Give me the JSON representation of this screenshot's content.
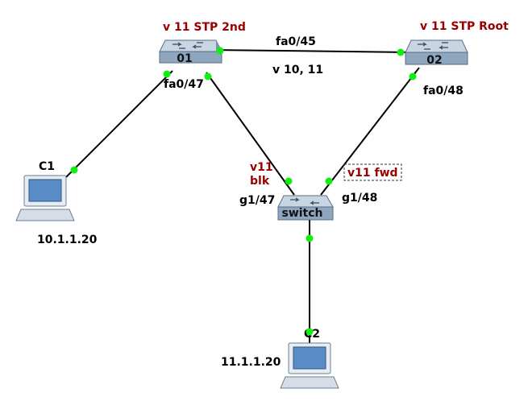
{
  "colors": {
    "background": "#ffffff",
    "link": "#000000",
    "link_up_dot": "#11ee11",
    "annotation_red": "#990000",
    "label_black": "#000000",
    "switch_body": "#9fb3c8",
    "switch_top": "#c8d6e4",
    "screen": "#5a8cc8"
  },
  "devices": {
    "sw01": {
      "label": "01",
      "icon": "switch-icon"
    },
    "sw02": {
      "label": "02",
      "icon": "switch-icon"
    },
    "switch": {
      "label": "switch",
      "icon": "switch-icon"
    },
    "c1": {
      "label": "C1",
      "icon": "computer-icon"
    },
    "c2": {
      "label": "C2",
      "icon": "computer-icon"
    }
  },
  "annotations": {
    "sw01_role": "v 11 STP 2nd",
    "sw02_role": "v 11 STP Root",
    "trunk_vlans": "v 10, 11",
    "g147_state_line1": "v11",
    "g147_state_line2": "blk",
    "g148_state": "v11 fwd"
  },
  "interfaces": {
    "sw01_sw02": "fa0/45",
    "sw01_down": "fa0/47",
    "sw02_down": "fa0/48",
    "switch_left": "g1/47",
    "switch_right": "g1/48"
  },
  "hosts": {
    "c1_ip": "10.1.1.20",
    "c2_ip": "11.1.1.20"
  }
}
